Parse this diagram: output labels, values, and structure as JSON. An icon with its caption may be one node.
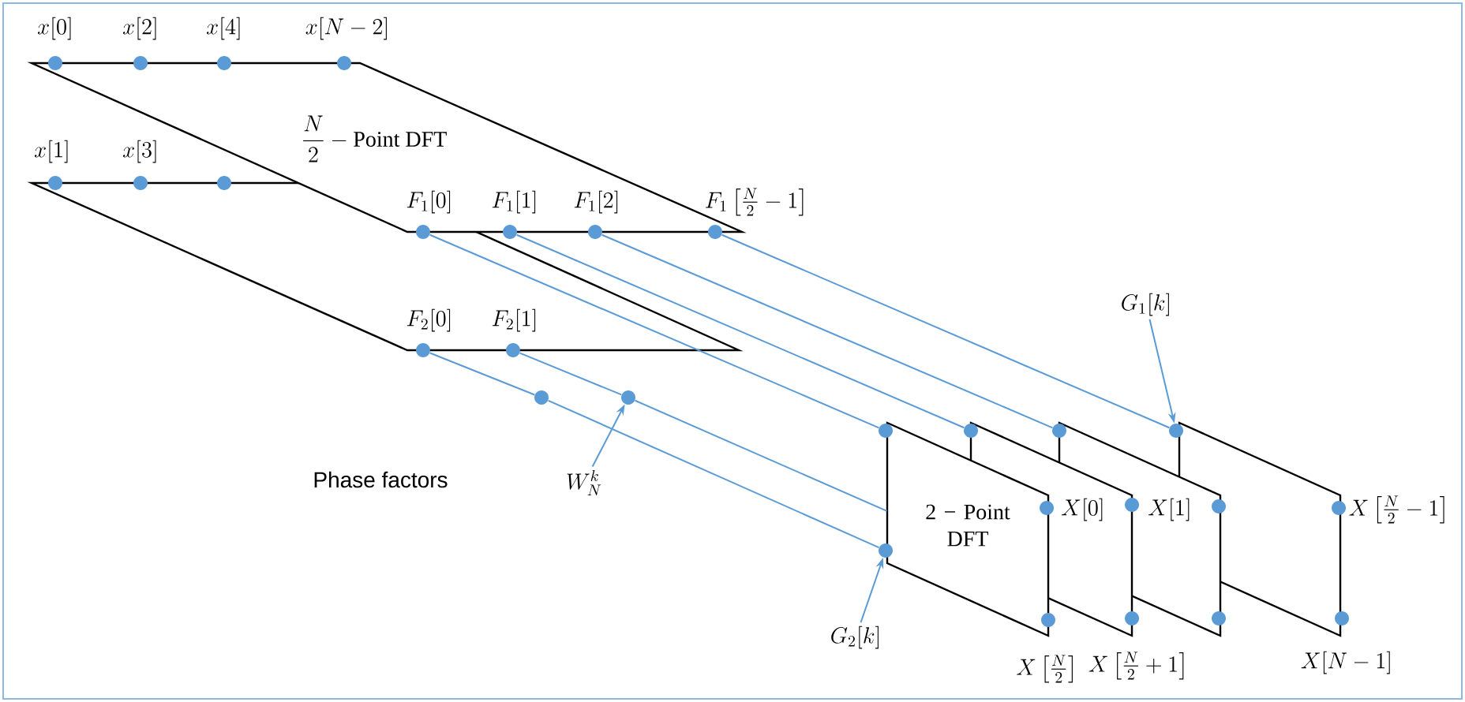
{
  "diagram": {
    "nodes": [
      {
        "text": [
          "2 − Point DFT"
        ]
      },
      {
        "text": [],
        "shape": "parallelogram"
      },
      {
        "text": [],
        "shape": "parallelogram"
      },
      {
        "text": [],
        "shape": "parallelogram"
      },
      {
        "text": [],
        "shape": "circle"
      },
      {
        "text": [],
        "shape": "circle"
      },
      {
        "text": [],
        "shape": "circle"
      },
      {
        "text": [],
        "shape": "circle"
      },
      {
        "text": [],
        "shape": "circle"
      },
      {
        "text": [],
        "shape": "circle"
      },
      {
        "text": [],
        "shape": "circle"
      },
      {
        "text": [],
        "shape": "circle"
      },
      {
        "text": [],
        "shape": "circle"
      },
      {
        "text": [],
        "shape": "circle"
      },
      {
        "text": [],
        "shape": "circle"
      },
      {
        "text": [],
        "shape": "circle"
      },
      {
        "text": [],
        "shape": "circle"
      },
      {
        "text": [
          "G_1[k]"
        ]
      },
      {
        "text": [
          "W_N^k"
        ]
      },
      {
        "text": [
          "G_2[k]"
        ]
      }
    ],
    "edges": [
      {
        "from": 4,
        "to": 12,
        "arrow": "none"
      },
      {
        "from": 5,
        "to": 13,
        "arrow": "none"
      },
      {
        "from": 6,
        "to": 14,
        "arrow": "none"
      },
      {
        "from": 7,
        "to": 15,
        "arrow": "none"
      },
      {
        "from": 8,
        "to": 10,
        "arrow": "none"
      },
      {
        "from": 10,
        "to": 16,
        "arrow": "none"
      },
      {
        "from": 9,
        "to": 11,
        "arrow": "none"
      },
      {
        "from": 11,
        "to": 0,
        "arrow": "none"
      },
      {
        "from": 17,
        "to": 15,
        "arrow": "to"
      },
      {
        "from": 18,
        "to": 11,
        "arrow": "to"
      },
      {
        "from": 19,
        "to": 16,
        "arrow": "to"
      }
    ],
    "labels": [
      "x[0]",
      "x[2]",
      "x[4]",
      "x[N-2]",
      "\\frac{N}{2}-\\mathrm{Point\\ DFT}",
      "x[1]",
      "x[3]",
      "F_1[0]",
      "F_1[1]",
      "F_1[2]",
      "F_1\\left[\\tfrac{N}{2}-1\\right]",
      "F_2[0]",
      "F_2[1]",
      "Phase factors",
      "X[0]",
      "X[1]",
      "X\\left[\\tfrac{N}{2}-1\\right]",
      "X\\left[\\tfrac{N}{2}\\right]",
      "X\\left[\\tfrac{N}{2}+1\\right]",
      "X[N-1]"
    ]
  }
}
